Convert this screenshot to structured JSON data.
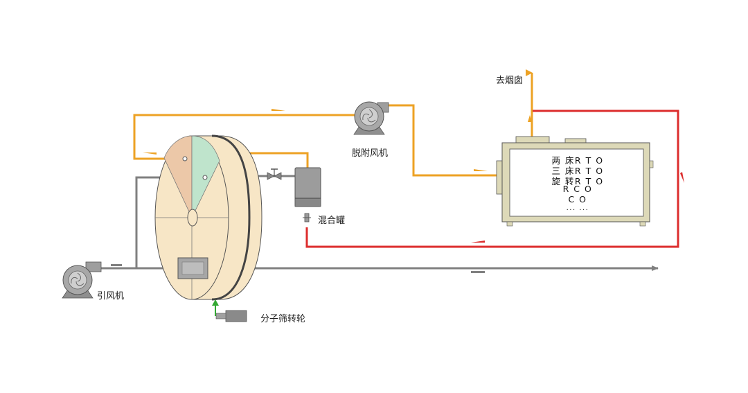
{
  "labels": {
    "chimney": "去烟囱",
    "desorption_fan": "脱附风机",
    "mixing_tank": "混合罐",
    "induced_fan": "引风机",
    "rotor": "分子筛转轮"
  },
  "furnace_lines": [
    "两 床R T O",
    "三 床R T O",
    "旋 转R T O",
    "R C O",
    "C O",
    "... ..."
  ],
  "colors": {
    "orange_pipe": "#eda224",
    "red_pipe": "#dc2d2d",
    "gray_pipe": "#808080",
    "rotor_body": "#f7e6c6",
    "adsorption_zone": "#ecc8a8",
    "cooling_zone": "#bfe4cc",
    "furnace_body": "#ddd9b8",
    "green_arrow": "#32a832"
  },
  "icons": [
    "fan-icon",
    "valve-icon",
    "motor-icon",
    "arrow-icon"
  ]
}
